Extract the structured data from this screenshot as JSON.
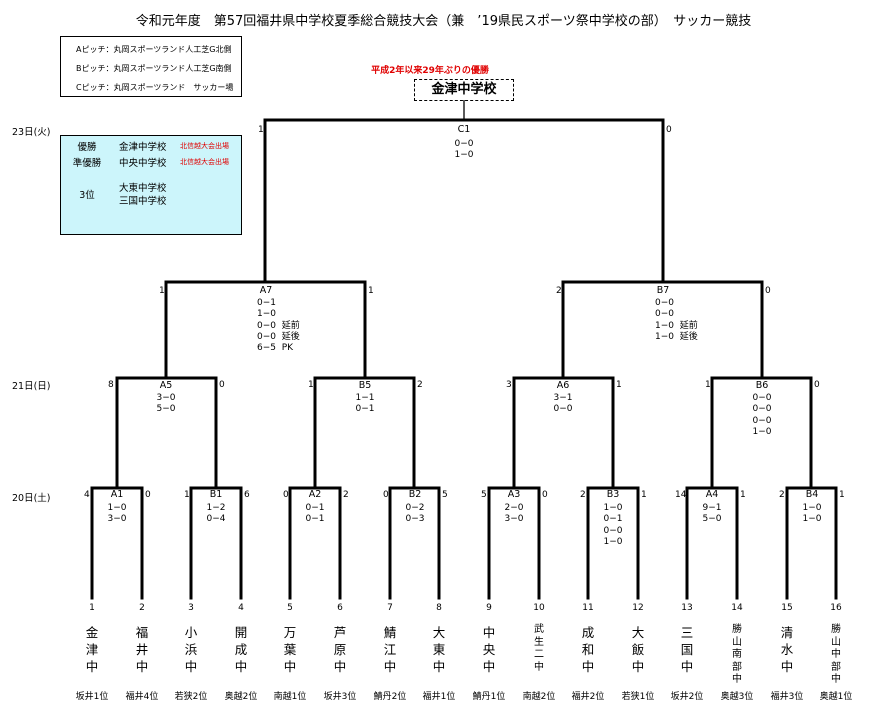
{
  "title": "令和元年度　第57回福井県中学校夏季総合競技大会（兼　’19県民スポーツ祭中学校の部）　サッカー競技",
  "pitches": [
    "Aピッチ：丸岡スポーツランド人工芝G北側",
    "Bピッチ：丸岡スポーツランド人工芝G南側",
    "Cピッチ：丸岡スポーツランド　サッカー場"
  ],
  "results": {
    "champion_label": "優勝",
    "champion": "金津中学校",
    "champion_note": "北信越大会出場",
    "runner_up_label": "準優勝",
    "runner_up": "中央中学校",
    "runner_up_note": "北信越大会出場",
    "third_label": "3位",
    "third_1": "大東中学校",
    "third_2": "三国中学校"
  },
  "champion_note": "平成2年以来29年ぶりの優勝",
  "champion_name": "金津中学校",
  "dates": {
    "d23": "23日(火)",
    "d21": "21日(日)",
    "d20": "20日(土)"
  },
  "final": {
    "code": "C1",
    "left_goals": "1",
    "right_goals": "0",
    "scores": [
      "0−0",
      "1−0"
    ]
  },
  "semis": [
    {
      "code": "A7",
      "left_goals": "1",
      "right_goals": "1",
      "scores": [
        "0−1",
        "1−0",
        "0−0",
        "0−0",
        "6−5"
      ],
      "notes": [
        "",
        "",
        "延前",
        "延後",
        "PK"
      ]
    },
    {
      "code": "B7",
      "left_goals": "2",
      "right_goals": "0",
      "scores": [
        "0−0",
        "0−0",
        "1−0",
        "1−0"
      ],
      "notes": [
        "",
        "",
        "延前",
        "延後"
      ]
    }
  ],
  "quarters": [
    {
      "code": "A5",
      "left_goals": "8",
      "right_goals": "0",
      "scores": [
        "3−0",
        "5−0"
      ]
    },
    {
      "code": "B5",
      "left_goals": "1",
      "right_goals": "2",
      "scores": [
        "1−1",
        "0−1"
      ]
    },
    {
      "code": "A6",
      "left_goals": "3",
      "right_goals": "1",
      "scores": [
        "3−1",
        "0−0"
      ]
    },
    {
      "code": "B6",
      "left_goals": "1",
      "right_goals": "0",
      "scores": [
        "0−0",
        "0−0",
        "0−0",
        "1−0"
      ]
    }
  ],
  "round1": [
    {
      "code": "A1",
      "left_goals": "4",
      "right_goals": "0",
      "scores": [
        "1−0",
        "3−0"
      ]
    },
    {
      "code": "B1",
      "left_goals": "1",
      "right_goals": "6",
      "scores": [
        "1−2",
        "0−4"
      ]
    },
    {
      "code": "A2",
      "left_goals": "0",
      "right_goals": "2",
      "scores": [
        "0−1",
        "0−1"
      ]
    },
    {
      "code": "B2",
      "left_goals": "0",
      "right_goals": "5",
      "scores": [
        "0−2",
        "0−3"
      ]
    },
    {
      "code": "A3",
      "left_goals": "5",
      "right_goals": "0",
      "scores": [
        "2−0",
        "3−0"
      ]
    },
    {
      "code": "B3",
      "left_goals": "2",
      "right_goals": "1",
      "scores": [
        "1−0",
        "0−1",
        "0−0",
        "1−0"
      ]
    },
    {
      "code": "A4",
      "left_goals": "14",
      "right_goals": "1",
      "scores": [
        "9−1",
        "5−0"
      ]
    },
    {
      "code": "B4",
      "left_goals": "2",
      "right_goals": "1",
      "scores": [
        "1−0",
        "1−0"
      ]
    }
  ],
  "teams": [
    {
      "num": "1",
      "name": "金津中",
      "seed": "坂井1位"
    },
    {
      "num": "2",
      "name": "福井中",
      "seed": "福井4位"
    },
    {
      "num": "3",
      "name": "小浜中",
      "seed": "若狭2位"
    },
    {
      "num": "4",
      "name": "開成中",
      "seed": "奥越2位"
    },
    {
      "num": "5",
      "name": "万葉中",
      "seed": "南越1位"
    },
    {
      "num": "6",
      "name": "芦原中",
      "seed": "坂井3位"
    },
    {
      "num": "7",
      "name": "鯖江中",
      "seed": "鯖丹2位"
    },
    {
      "num": "8",
      "name": "大東中",
      "seed": "福井1位"
    },
    {
      "num": "9",
      "name": "中央中",
      "seed": "鯖丹1位"
    },
    {
      "num": "10",
      "name": "武生二中",
      "seed": "南越2位"
    },
    {
      "num": "11",
      "name": "成和中",
      "seed": "福井2位"
    },
    {
      "num": "12",
      "name": "大飯中",
      "seed": "若狭1位"
    },
    {
      "num": "13",
      "name": "三国中",
      "seed": "坂井2位"
    },
    {
      "num": "14",
      "name": "勝山南部中",
      "seed": "奥越3位"
    },
    {
      "num": "15",
      "name": "清水中",
      "seed": "福井3位"
    },
    {
      "num": "16",
      "name": "勝山中部中",
      "seed": "奥越1位"
    }
  ]
}
